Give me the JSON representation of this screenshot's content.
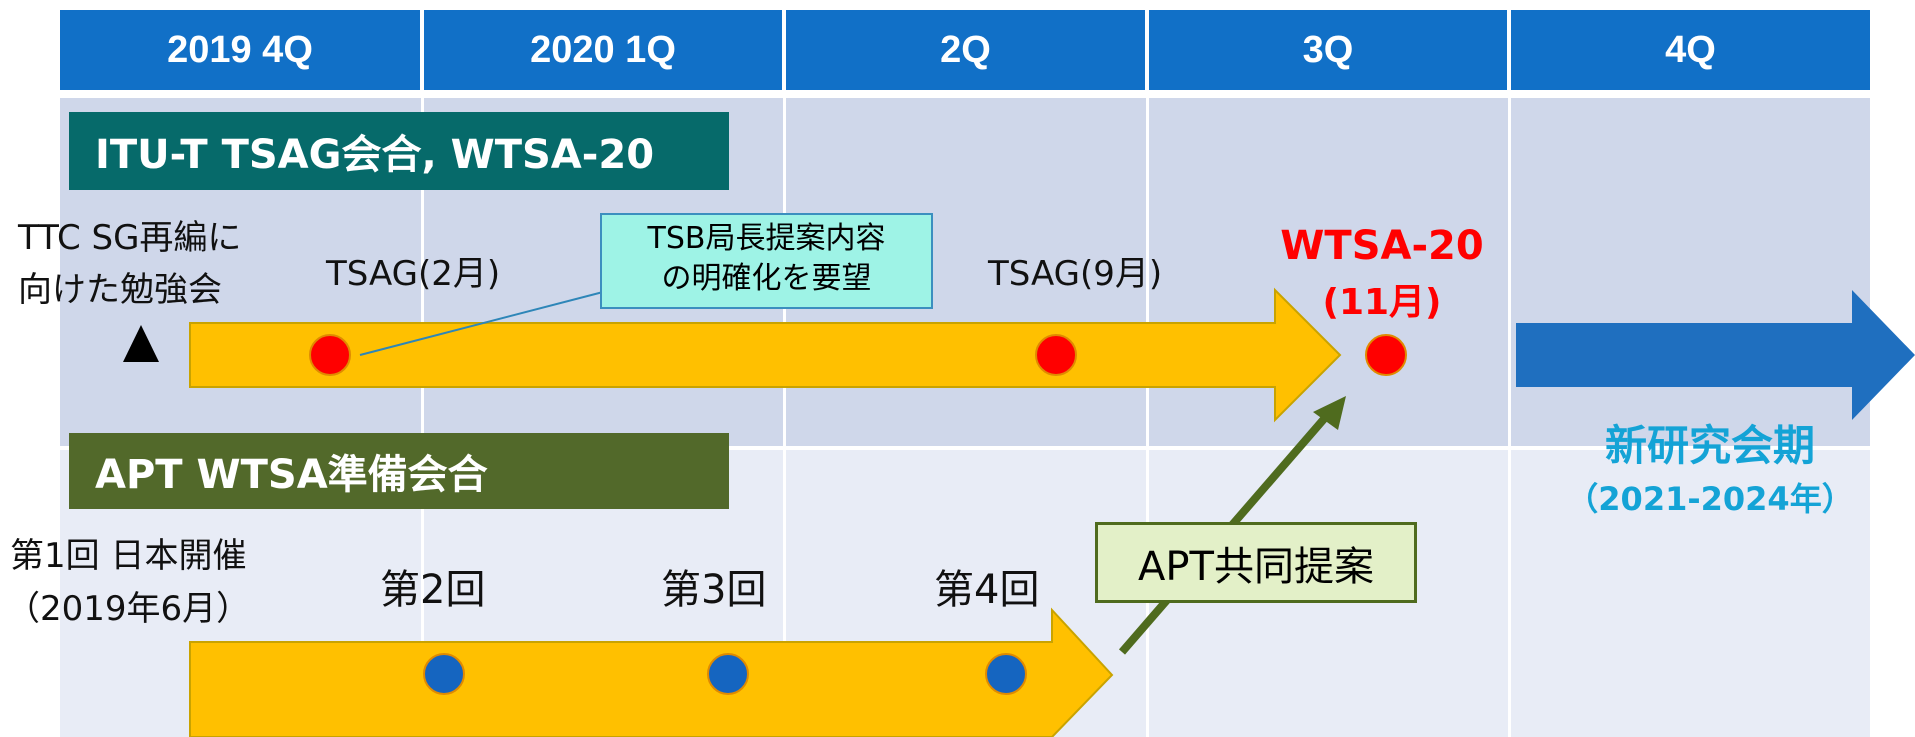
{
  "header": {
    "columns": [
      "2019 4Q",
      "2020 1Q",
      "2Q",
      "3Q",
      "4Q"
    ],
    "color": "#1170c7"
  },
  "itu": {
    "title": "ITU-T TSAG会合, WTSA-20",
    "color": "#066a6a",
    "study_meeting": [
      "TTC SG再編に",
      "向けた勉強会"
    ],
    "tsag_feb": "TSAG(2月)",
    "tsag_sep": "TSAG(9月)",
    "callout": [
      "TSB局長提案内容",
      "の明確化を要望"
    ],
    "wtsa_title": "WTSA-20",
    "wtsa_month": "(11月)"
  },
  "apt": {
    "title": "APT WTSA準備会合",
    "color": "#52692a",
    "first_meeting": [
      "第1回 日本開催",
      "（2019年6月）"
    ],
    "meeting2": "第2回",
    "meeting3": "第3回",
    "meeting4": "第4回",
    "joint_proposal": "APT共同提案"
  },
  "new_term": {
    "title": "新研究会期",
    "period": "（2021-2024年）"
  },
  "colors": {
    "arrow_orange": "#ffc000",
    "arrow_blue": "#1f6fbf",
    "dot_red": "#ff0000",
    "dot_blue": "#1565c0",
    "wtsa_red": "#ff0000",
    "new_term": "#14a3d6"
  }
}
